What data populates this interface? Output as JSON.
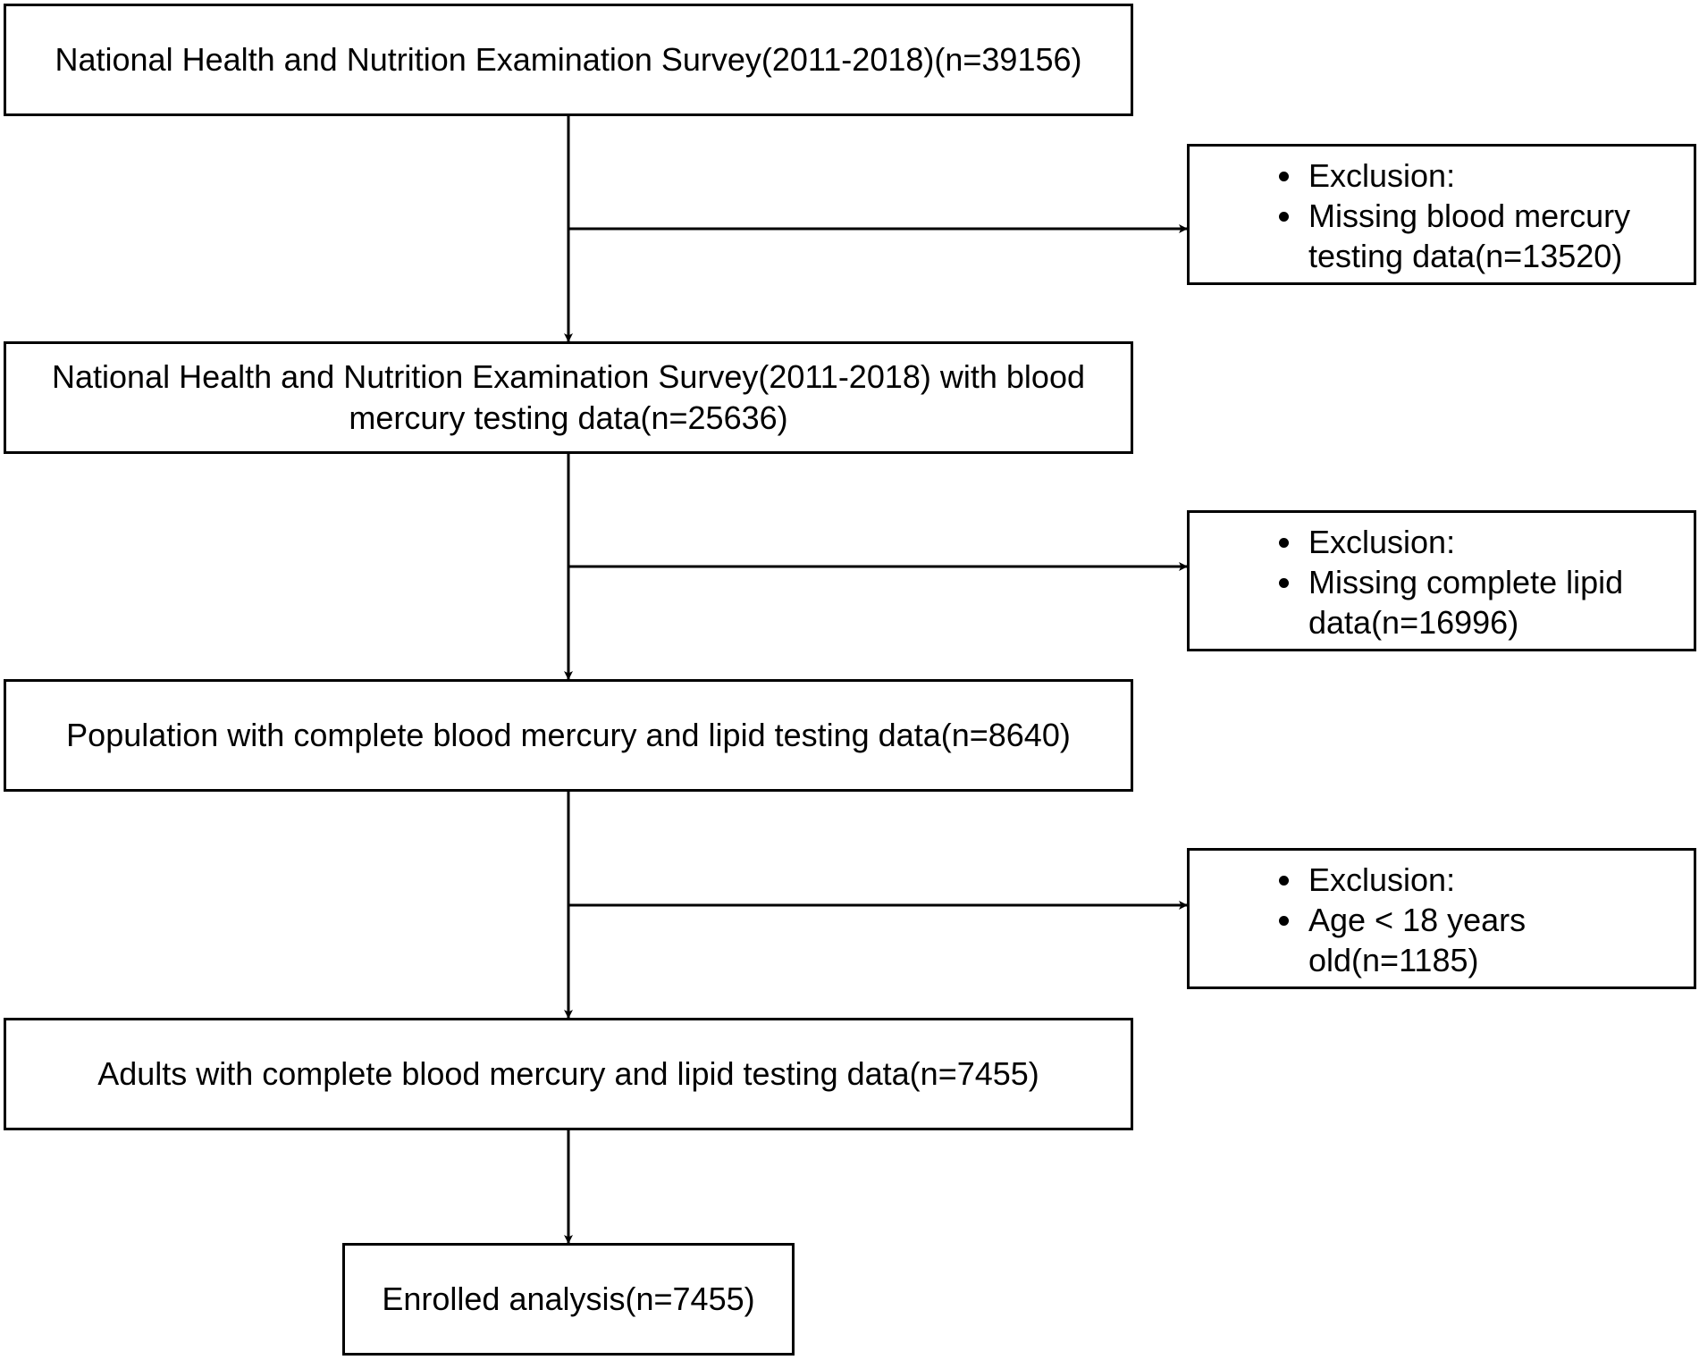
{
  "steps": [
    {
      "text": "National Health and Nutrition Examination Survey(2011-2018)(n=39156)"
    },
    {
      "text": "National Health and Nutrition Examination Survey(2011-2018) with blood mercury testing data(n=25636)"
    },
    {
      "text": "Population with complete blood mercury and lipid testing data(n=8640)"
    },
    {
      "text": "Adults with complete blood mercury and lipid testing data(n=7455)"
    },
    {
      "text": "Enrolled analysis(n=7455)"
    }
  ],
  "exclusions": [
    {
      "heading": "Exclusion:",
      "reason": "Missing blood mercury testing data(n=13520)"
    },
    {
      "heading": "Exclusion:",
      "reason": "Missing complete lipid data(n=16996)"
    },
    {
      "heading": "Exclusion:",
      "reason": "Age < 18 years old(n=1185)"
    }
  ]
}
